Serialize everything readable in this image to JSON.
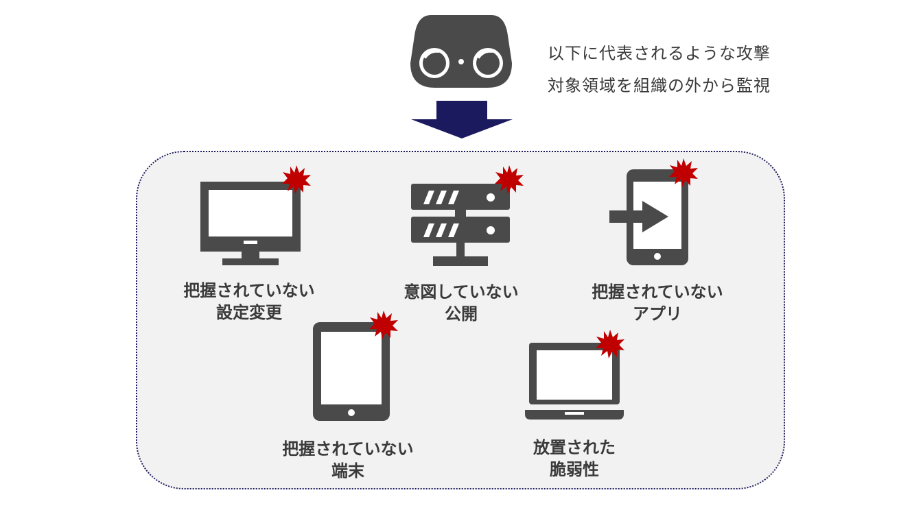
{
  "caption": {
    "line1": "以下に代表されるような攻撃",
    "line2": "対象領域を組織の外から監視"
  },
  "items": [
    {
      "icon": "monitor-icon",
      "line1": "把握されていない",
      "line2": "設定変更"
    },
    {
      "icon": "server-icon",
      "line1": "意図していない",
      "line2": "公開"
    },
    {
      "icon": "phone-app-icon",
      "line1": "把握されていない",
      "line2": "アプリ"
    },
    {
      "icon": "tablet-icon",
      "line1": "把握されていない",
      "line2": "端末"
    },
    {
      "icon": "laptop-icon",
      "line1": "放置された",
      "line2": "脆弱性"
    }
  ],
  "colors": {
    "icon_gray": "#4a4a4a",
    "alert_red": "#c00000",
    "arrow_navy": "#1c1a5e",
    "panel_bg": "#f2f2f2"
  }
}
